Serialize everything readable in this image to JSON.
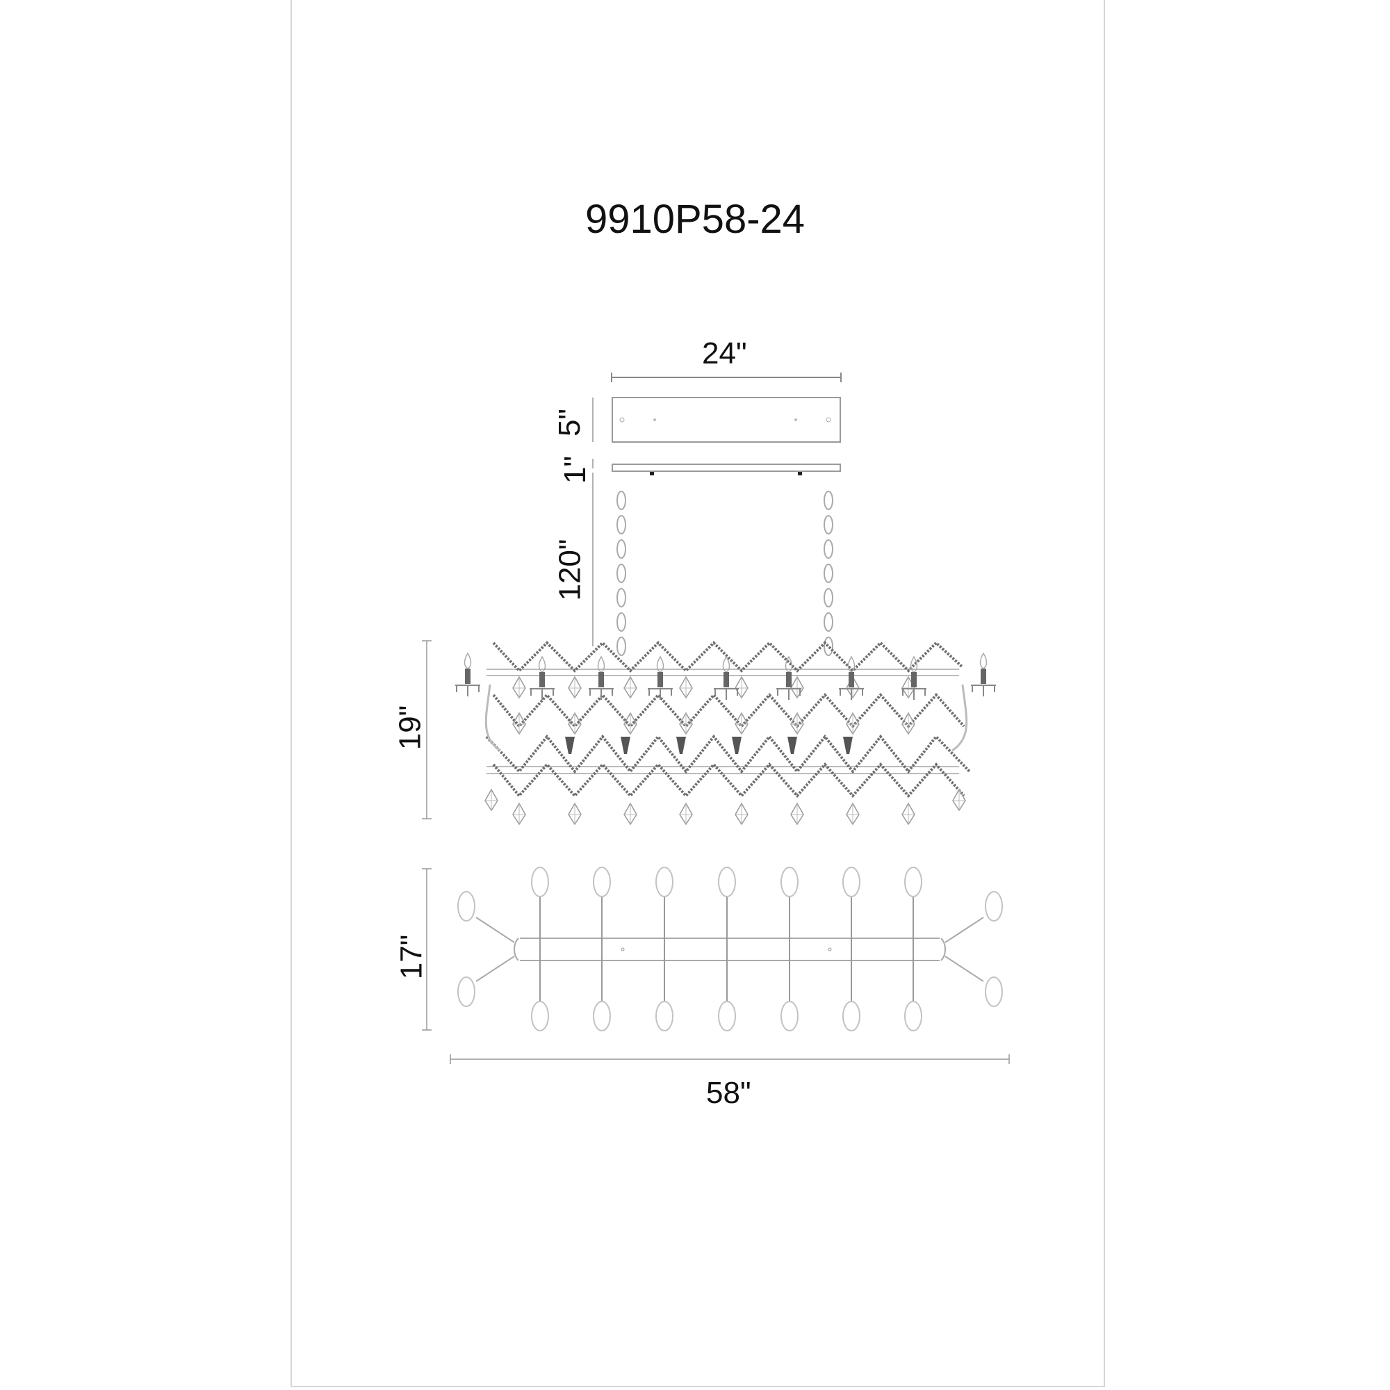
{
  "document": {
    "model_number": "9910P58-24",
    "type": "chandelier dimension drawing"
  },
  "dimensions": {
    "canopy_width": "24\"",
    "canopy_height": "5\"",
    "bar_height": "1\"",
    "chain_length": "120\"",
    "fixture_height": "19\"",
    "fixture_depth": "17\"",
    "fixture_width": "58\""
  },
  "views": [
    {
      "name": "front-elevation",
      "lights_visible": 9
    },
    {
      "name": "top-plan",
      "lights_total": 18
    }
  ],
  "colors": {
    "line": "#9a9a9a",
    "dark_line": "#555555",
    "text": "#111111",
    "frame": "#d6d6d6"
  }
}
